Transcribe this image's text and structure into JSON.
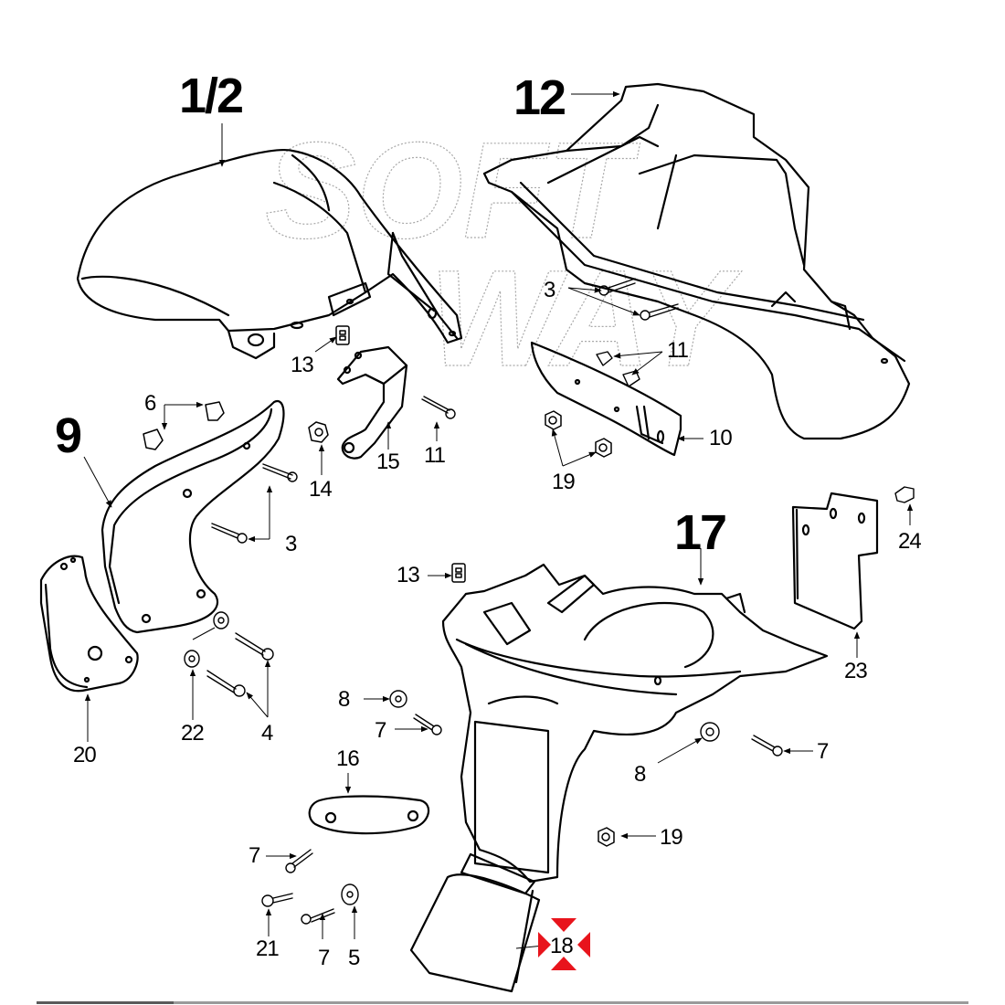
{
  "diagram": {
    "type": "exploded-parts-diagram",
    "watermark": [
      "SOFT",
      "WAY"
    ],
    "colors": {
      "highlight_yellow": "#f8f000",
      "highlight_cyan": "#1fd3d3",
      "line": "#000000",
      "watermark": "#9a9a9a",
      "marker_red": "#e8141c"
    },
    "assembly_labels": [
      {
        "id": "1/2",
        "part": "front-fender"
      },
      {
        "id": "12",
        "part": "inner-front-shield"
      },
      {
        "id": "9",
        "part": "left-side-panel"
      },
      {
        "id": "17",
        "part": "rear-inner-fender"
      }
    ],
    "callouts": [
      {
        "key": "c13a",
        "text": "13",
        "highlight": "cyan"
      },
      {
        "key": "c3a",
        "text": "3",
        "highlight": "cyan"
      },
      {
        "key": "c11a",
        "text": "11",
        "highlight": "cyan"
      },
      {
        "key": "c6",
        "text": "6",
        "highlight": "yellow"
      },
      {
        "key": "c14",
        "text": "14",
        "highlight": "yellow"
      },
      {
        "key": "c15",
        "text": "15",
        "highlight": "yellow"
      },
      {
        "key": "c11b",
        "text": "11",
        "highlight": "cyan"
      },
      {
        "key": "c10",
        "text": "10",
        "highlight": "yellow"
      },
      {
        "key": "c19a",
        "text": "19",
        "highlight": "cyan"
      },
      {
        "key": "c3b",
        "text": "3",
        "highlight": "cyan"
      },
      {
        "key": "c24",
        "text": "24",
        "highlight": "yellow"
      },
      {
        "key": "c13b",
        "text": "13",
        "highlight": "cyan"
      },
      {
        "key": "c23",
        "text": "23",
        "highlight": "yellow"
      },
      {
        "key": "c20",
        "text": "20",
        "highlight": "yellow"
      },
      {
        "key": "c22",
        "text": "22",
        "highlight": "yellow"
      },
      {
        "key": "c4",
        "text": "4",
        "highlight": "yellow"
      },
      {
        "key": "c8a",
        "text": "8",
        "highlight": "cyan"
      },
      {
        "key": "c7a",
        "text": "7",
        "highlight": "cyan"
      },
      {
        "key": "c8b",
        "text": "8",
        "highlight": "cyan"
      },
      {
        "key": "c7b",
        "text": "7",
        "highlight": "cyan"
      },
      {
        "key": "c16",
        "text": "16",
        "highlight": "yellow"
      },
      {
        "key": "c19b",
        "text": "19",
        "highlight": "cyan"
      },
      {
        "key": "c7c",
        "text": "7",
        "highlight": "cyan"
      },
      {
        "key": "c21",
        "text": "21",
        "highlight": "yellow"
      },
      {
        "key": "c7d",
        "text": "7",
        "highlight": "cyan"
      },
      {
        "key": "c5",
        "text": "5",
        "highlight": "yellow"
      },
      {
        "key": "c18",
        "text": "18",
        "highlight": "yellow",
        "selected": true
      }
    ]
  }
}
